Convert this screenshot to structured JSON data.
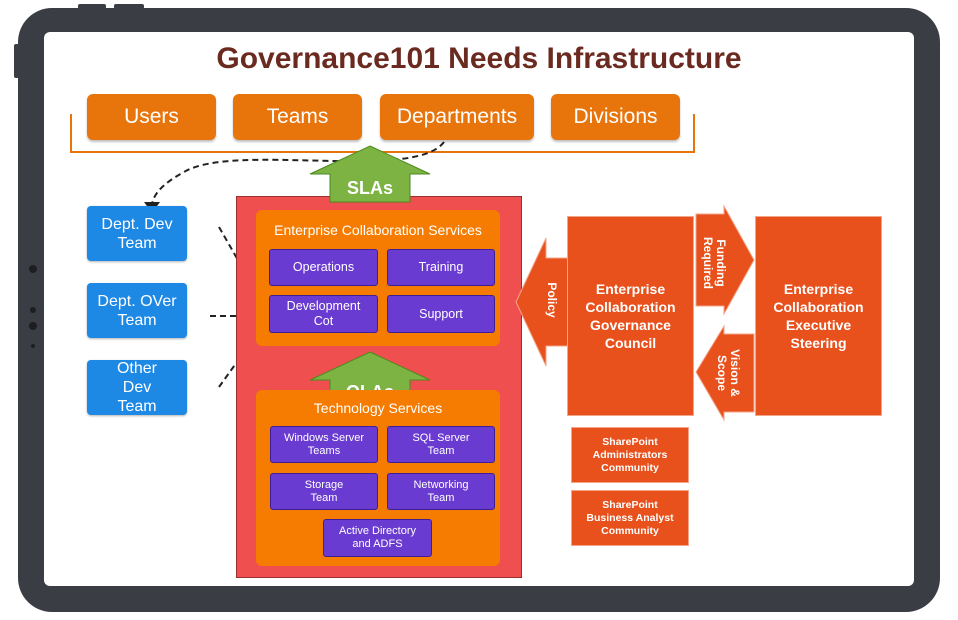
{
  "title": "Governance101 Needs Infrastructure",
  "top_boxes": [
    "Users",
    "Teams",
    "Departments",
    "Divisions"
  ],
  "left_teams": [
    "Dept. Dev Team",
    "Dept. OVer Team",
    "Other Dev Team"
  ],
  "arrows": {
    "slas": "SLAs",
    "olas": "OLAs",
    "policy": "Policy",
    "funding": "Funding Required",
    "vision": "Vision & Scope"
  },
  "enterprise_services": {
    "label": "Enterprise Collaboration Services",
    "items": [
      "Operations",
      "Training",
      "Development Cot",
      "Support"
    ]
  },
  "technology_services": {
    "label": "Technology Services",
    "items": [
      "Windows Server Teams",
      "SQL Server Team",
      "Storage Team",
      "Networking Team",
      "Active Directory and ADFS"
    ]
  },
  "governance_council": "Enterprise Collaboration Governance Council",
  "executive_steering": "Enterprise Collaboration Executive Steering",
  "communities": [
    "SharePoint Administrators Community",
    "SharePoint Business Analyst Community"
  ],
  "colors": {
    "orange": "#e8740c",
    "blue": "#1e88e5",
    "red": "#ef4f4f",
    "purple": "#6a3bd0",
    "green": "#7cb342",
    "deep_orange": "#e8501c",
    "title": "#6b2a20"
  }
}
